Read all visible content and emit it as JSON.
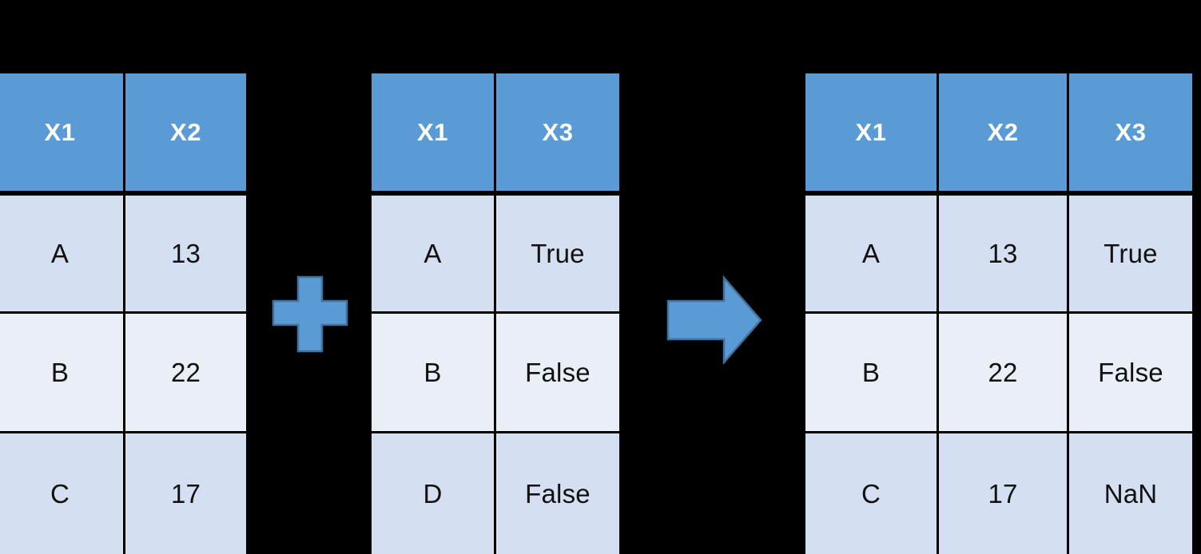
{
  "diagram": {
    "title": "Table merge / join diagram",
    "background_color": "#000000",
    "header_color": "#5B9BD5",
    "row_color_odd": "#D4DFF1",
    "row_color_even": "#E9EEF7",
    "accent_color": "#5B9BD5",
    "accent_outline_color": "#41719C",
    "header_text_color": "#FFFFFF",
    "cell_text_color": "#111111"
  },
  "operators": {
    "plus": {
      "name": "plus-operator",
      "glyph": "+"
    },
    "arrow": {
      "name": "right-arrow-operator",
      "glyph": "→"
    }
  },
  "tables": [
    {
      "id": "left-table",
      "name": "left-input-table",
      "columns": [
        "X1",
        "X2"
      ],
      "rows": [
        [
          "A",
          "13"
        ],
        [
          "B",
          "22"
        ],
        [
          "C",
          "17"
        ]
      ]
    },
    {
      "id": "right-table",
      "name": "right-input-table",
      "columns": [
        "X1",
        "X3"
      ],
      "rows": [
        [
          "A",
          "True"
        ],
        [
          "B",
          "False"
        ],
        [
          "D",
          "False"
        ]
      ]
    },
    {
      "id": "result-table",
      "name": "result-table",
      "columns": [
        "X1",
        "X2",
        "X3"
      ],
      "rows": [
        [
          "A",
          "13",
          "True"
        ],
        [
          "B",
          "22",
          "False"
        ],
        [
          "C",
          "17",
          "NaN"
        ]
      ]
    }
  ]
}
